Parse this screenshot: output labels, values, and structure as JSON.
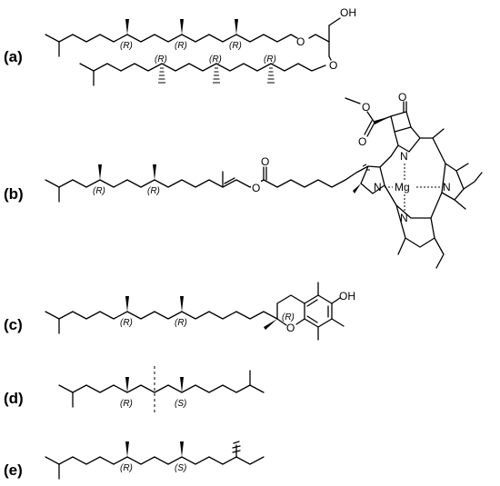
{
  "panels": [
    {
      "id": "a",
      "label": "(a)",
      "atoms": [
        "OH",
        "O",
        "O"
      ],
      "stereo": [
        "(R)",
        "(R)",
        "(R)",
        "(R)",
        "(R)",
        "(R)"
      ]
    },
    {
      "id": "b",
      "label": "(b)",
      "atoms": [
        "O",
        "O",
        "O",
        "O",
        "O",
        "N",
        "N",
        "N",
        "N",
        "Mg"
      ],
      "stereo": [
        "(R)",
        "(R)"
      ]
    },
    {
      "id": "c",
      "label": "(c)",
      "atoms": [
        "OH",
        "O"
      ],
      "stereo": [
        "(R)",
        "(R)",
        "(R)"
      ]
    },
    {
      "id": "d",
      "label": "(d)",
      "atoms": [],
      "stereo": [
        "(R)",
        "(S)"
      ]
    },
    {
      "id": "e",
      "label": "(e)",
      "atoms": [],
      "stereo": [
        "(R)",
        "(S)"
      ]
    }
  ]
}
